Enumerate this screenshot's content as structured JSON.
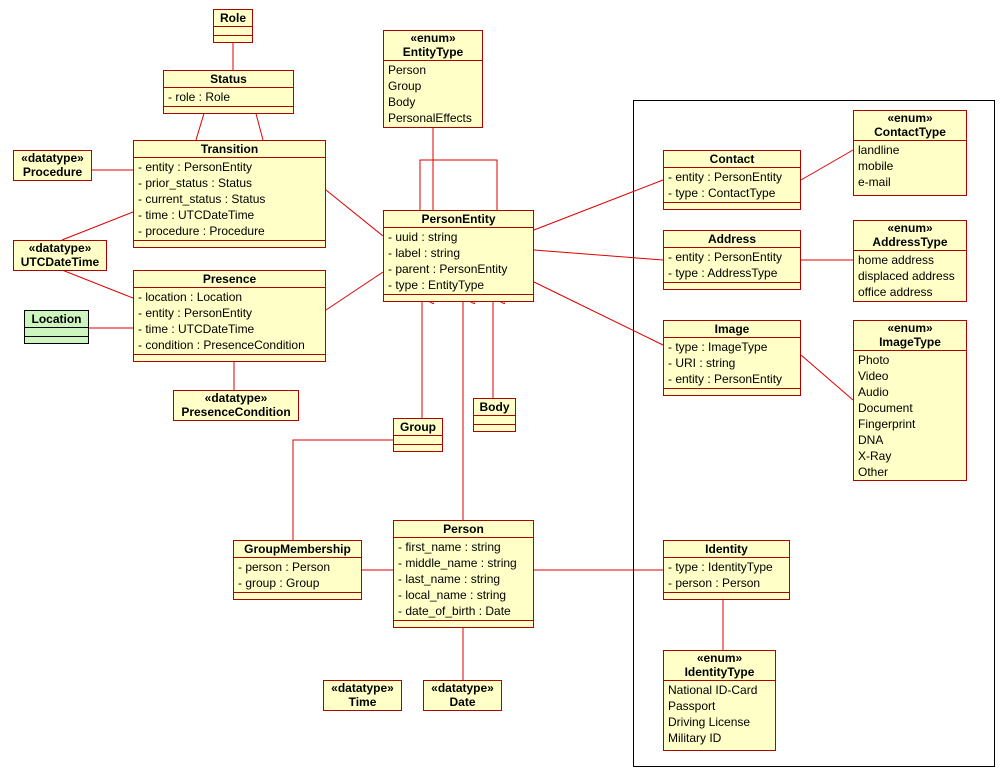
{
  "diagram": {
    "type": "UML class diagram",
    "classes": {
      "role": {
        "name": "Role",
        "attributes": []
      },
      "status": {
        "name": "Status",
        "attributes": [
          "- role : Role"
        ]
      },
      "transition": {
        "name": "Transition",
        "attributes": [
          "- entity : PersonEntity",
          "- prior_status : Status",
          "- current_status : Status",
          "- time : UTCDateTime",
          "- procedure : Procedure"
        ]
      },
      "procedure": {
        "stereotype": "«datatype»",
        "name": "Procedure"
      },
      "utcdatetime": {
        "stereotype": "«datatype»",
        "name": "UTCDateTime"
      },
      "location": {
        "name": "Location",
        "attributes": []
      },
      "presence": {
        "name": "Presence",
        "attributes": [
          "- location : Location",
          "- entity : PersonEntity",
          "- time : UTCDateTime",
          "- condition : PresenceCondition"
        ]
      },
      "presencecondition": {
        "stereotype": "«datatype»",
        "name": "PresenceCondition"
      },
      "entitytype": {
        "stereotype": "«enum»",
        "name": "EntityType",
        "literals": [
          "Person",
          "Group",
          "Body",
          "PersonalEffects"
        ]
      },
      "personentity": {
        "name": "PersonEntity",
        "attributes": [
          "- uuid : string",
          "- label : string",
          "- parent : PersonEntity",
          "- type : EntityType"
        ]
      },
      "group": {
        "name": "Group",
        "attributes": []
      },
      "body": {
        "name": "Body",
        "attributes": []
      },
      "groupmembership": {
        "name": "GroupMembership",
        "attributes": [
          "- person : Person",
          "- group : Group"
        ]
      },
      "person": {
        "name": "Person",
        "attributes": [
          "- first_name : string",
          "- middle_name : string",
          "- last_name : string",
          "- local_name : string",
          "- date_of_birth : Date"
        ]
      },
      "time": {
        "stereotype": "«datatype»",
        "name": "Time"
      },
      "date": {
        "stereotype": "«datatype»",
        "name": "Date"
      },
      "contact": {
        "name": "Contact",
        "attributes": [
          "- entity : PersonEntity",
          "- type : ContactType"
        ]
      },
      "contacttype": {
        "stereotype": "«enum»",
        "name": "ContactType",
        "literals": [
          "landline",
          "mobile",
          "e-mail"
        ]
      },
      "address": {
        "name": "Address",
        "attributes": [
          "- entity : PersonEntity",
          "- type : AddressType"
        ]
      },
      "addresstype": {
        "stereotype": "«enum»",
        "name": "AddressType",
        "literals": [
          "home address",
          "displaced address",
          "office address"
        ]
      },
      "image": {
        "name": "Image",
        "attributes": [
          "- type : ImageType",
          "- URI : string",
          "- entity : PersonEntity"
        ]
      },
      "imagetype": {
        "stereotype": "«enum»",
        "name": "ImageType",
        "literals": [
          "Photo",
          "Video",
          "Audio",
          "Document",
          "Fingerprint",
          "DNA",
          "X-Ray",
          "Other"
        ]
      },
      "identity": {
        "name": "Identity",
        "attributes": [
          "- type : IdentityType",
          "- person : Person"
        ]
      },
      "identitytype": {
        "stereotype": "«enum»",
        "name": "IdentityType",
        "literals": [
          "National ID-Card",
          "Passport",
          "Driving License",
          "Military ID"
        ]
      }
    },
    "colors": {
      "class_fill": "#ffffc8",
      "class_border": "#b00000",
      "link": "#e00000",
      "location_fill": "#cdf5c0"
    }
  }
}
